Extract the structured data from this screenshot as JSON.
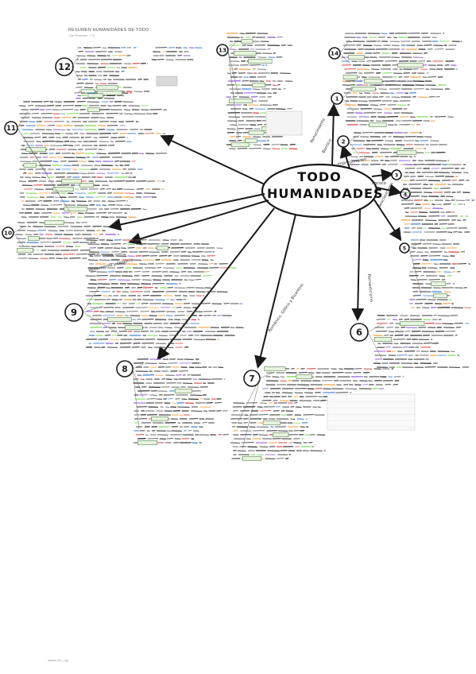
{
  "document": {
    "title": "RESUMEN HUMANIDADES DE TODO",
    "subtitle": "Lola Fernández · 1ºA",
    "footer": "GRUPO 1ºA — pág"
  },
  "center": {
    "line1": "TODO",
    "line2": "HUMANIDADES"
  },
  "topic_numbers": [
    "12",
    "13",
    "14",
    "1",
    "2",
    "3",
    "4",
    "5",
    "6",
    "7",
    "8",
    "9",
    "10",
    "11"
  ],
  "branch_labels": [
    "Renacimiento",
    "Barroco",
    "Impresionismo",
    "Rococó",
    "Neoclasicismo",
    "Romanticismo",
    "Modernismo y Deporte",
    "Románico, Gótico y Bizantino"
  ],
  "colors": {
    "ink": "#1a1a1a",
    "highlight_green": "#7ed957",
    "highlight_purple": "#8e5bd6",
    "highlight_blue": "#3f7fd6",
    "highlight_red": "#d64545",
    "highlight_orange": "#f0a040",
    "box_green": "#e7f3df"
  }
}
